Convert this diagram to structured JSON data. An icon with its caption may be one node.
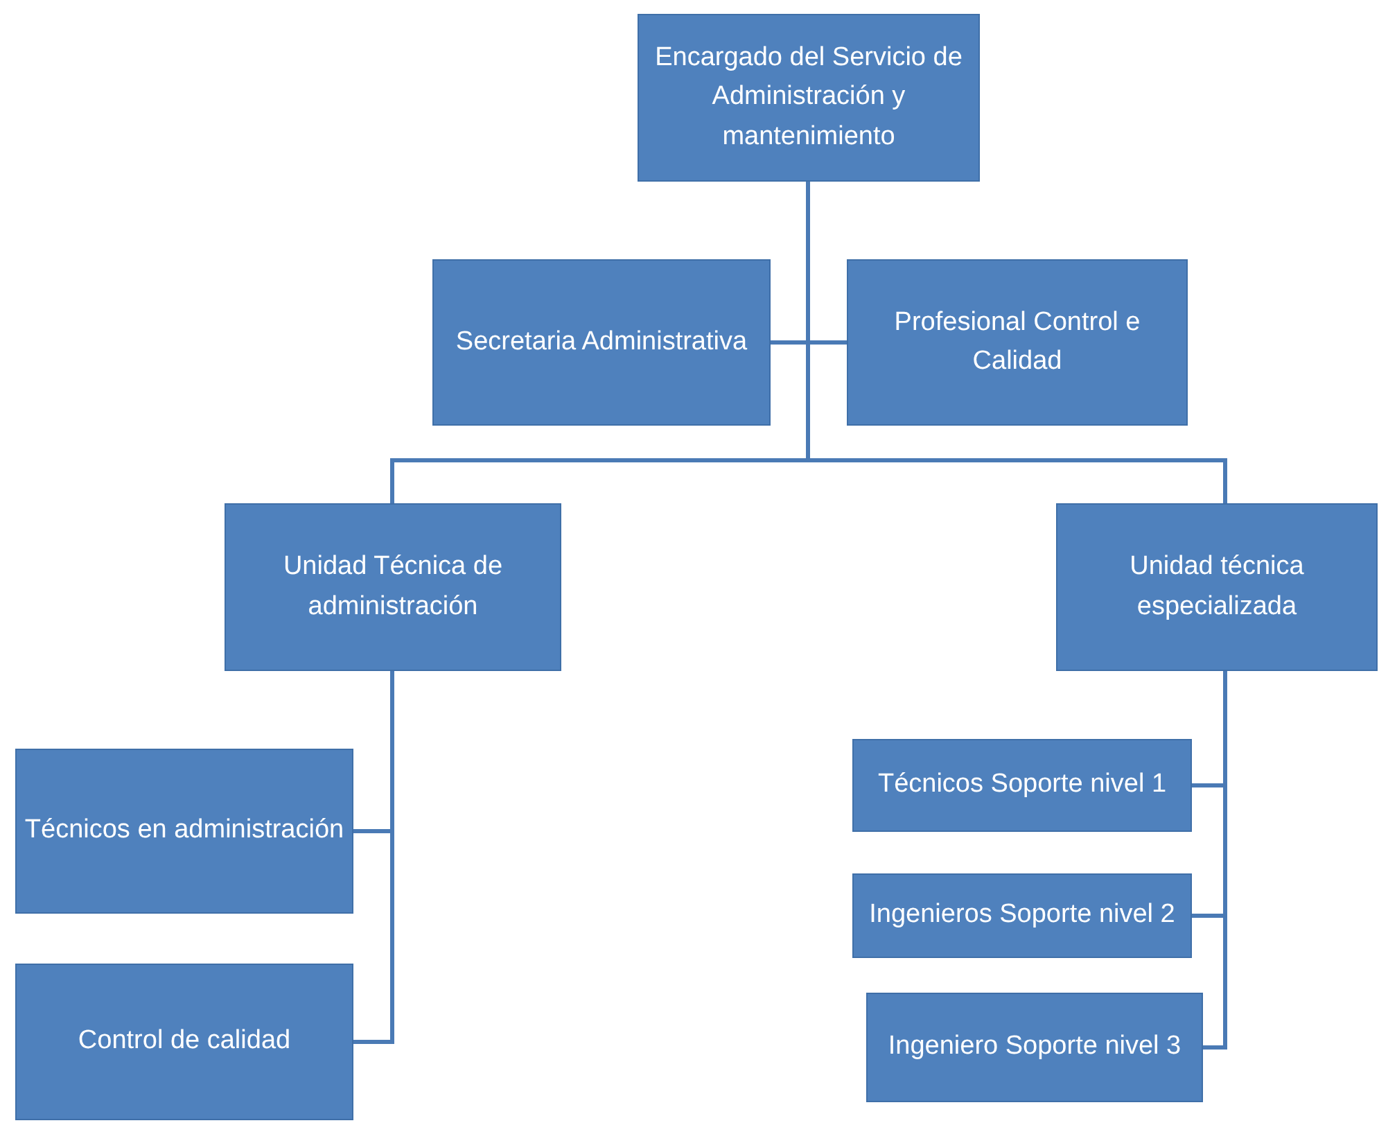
{
  "diagram": {
    "nodes": [
      {
        "text": [
          "Encargado del Servicio de Administración y mantenimiento"
        ]
      },
      {
        "text": [
          "Secretaria Administrativa"
        ]
      },
      {
        "text": [
          "Profesional Control e Calidad"
        ]
      },
      {
        "text": [
          "Unidad Técnica de administración"
        ]
      },
      {
        "text": [
          "Unidad técnica especializada"
        ]
      },
      {
        "text": [
          "Técnicos en administración"
        ]
      },
      {
        "text": [
          "Control de calidad"
        ]
      },
      {
        "text": [
          "Técnicos Soporte nivel 1"
        ]
      },
      {
        "text": [
          "Ingenieros Soporte nivel 2"
        ]
      },
      {
        "text": [
          "Ingeniero Soporte nivel 3"
        ]
      }
    ],
    "edges": [
      {
        "from": 0,
        "to": 1,
        "arrow": "none"
      },
      {
        "from": 0,
        "to": 2,
        "arrow": "none"
      },
      {
        "from": 0,
        "to": 3,
        "arrow": "none"
      },
      {
        "from": 0,
        "to": 4,
        "arrow": "none"
      },
      {
        "from": 3,
        "to": 5,
        "arrow": "none"
      },
      {
        "from": 3,
        "to": 6,
        "arrow": "none"
      },
      {
        "from": 4,
        "to": 7,
        "arrow": "none"
      },
      {
        "from": 4,
        "to": 8,
        "arrow": "none"
      },
      {
        "from": 4,
        "to": 9,
        "arrow": "none"
      }
    ]
  }
}
